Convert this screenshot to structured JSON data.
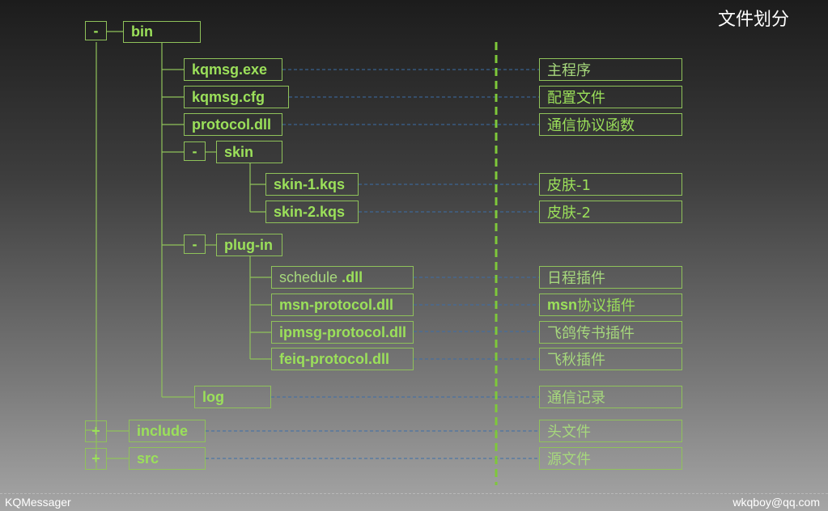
{
  "title": "文件划分",
  "footer": {
    "left": "KQMessager",
    "right": "wkqboy@qq.com"
  },
  "tree": {
    "bin": {
      "toggle": "-",
      "label": "bin"
    },
    "files": [
      {
        "label": "kqmsg.exe",
        "desc": "主程序"
      },
      {
        "label": "kqmsg.cfg",
        "desc": "配置文件"
      },
      {
        "label": "protocol.dll",
        "desc": "通信协议函数"
      }
    ],
    "skin": {
      "toggle": "-",
      "label": "skin",
      "items": [
        {
          "label": "skin-1.kqs",
          "desc": "皮肤-1"
        },
        {
          "label": "skin-2.kqs",
          "desc": "皮肤-2"
        }
      ]
    },
    "plugin": {
      "toggle": "-",
      "label": "plug-in",
      "items": [
        {
          "label_a": "schedule",
          "label_b": ".dll",
          "desc": "日程插件"
        },
        {
          "label": "msn-protocol.dll",
          "desc_a": "msn",
          "desc_b": "协议插件"
        },
        {
          "label": "ipmsg-protocol.dll",
          "desc": "飞鸽传书插件"
        },
        {
          "label": "feiq-protocol.dll",
          "desc": "飞秋插件"
        }
      ]
    },
    "log": {
      "label": "log",
      "desc": "通信记录"
    },
    "include": {
      "toggle": "+",
      "label": "include",
      "desc": "头文件"
    },
    "src": {
      "toggle": "+",
      "label": "src",
      "desc": "源文件"
    }
  }
}
